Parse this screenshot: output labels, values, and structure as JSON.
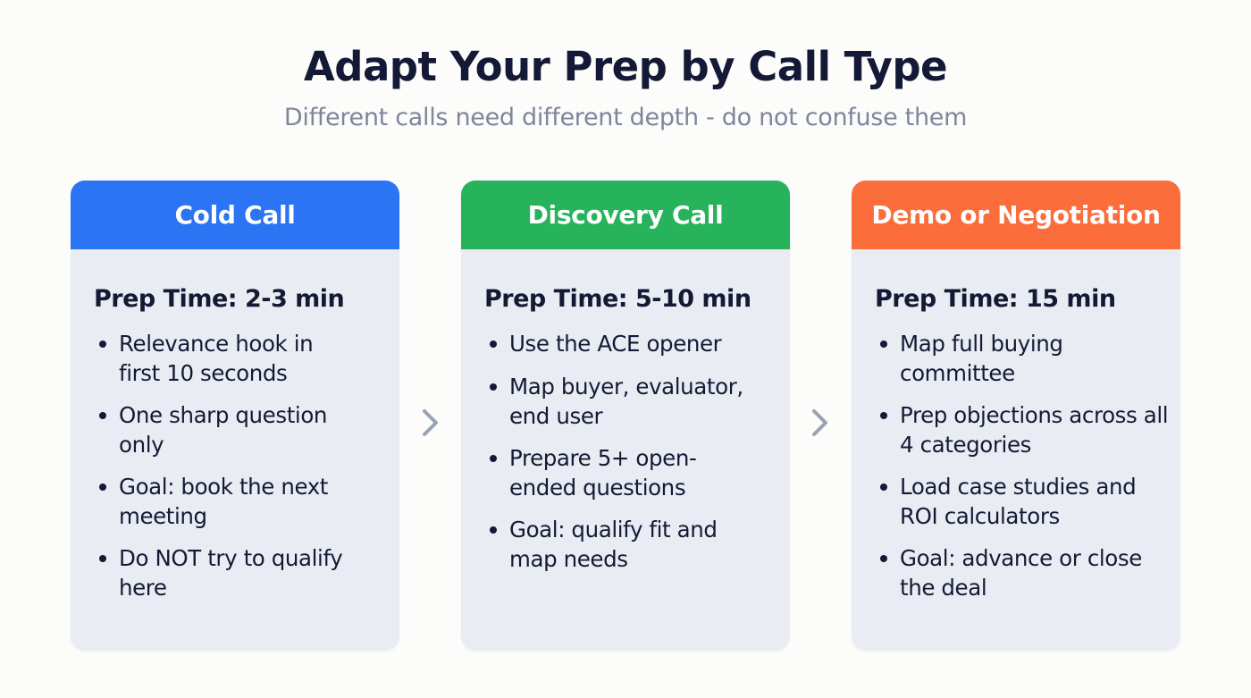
{
  "header": {
    "title": "Adapt Your Prep by Call Type",
    "subtitle": "Different calls need different depth - do not confuse them"
  },
  "colors": {
    "cold_call": "#2b74f3",
    "discovery_call": "#27b35c",
    "demo_negotiation": "#fb6d3b",
    "card_body": "#e9edf3",
    "text_dark": "#141a35",
    "subtitle_gray": "#7d869b",
    "arrow_gray": "#9aa3b5"
  },
  "cards": [
    {
      "title": "Cold Call",
      "prep_time": "Prep Time: 2-3 min",
      "bullets": [
        "Relevance hook in first 10 seconds",
        "One sharp question only",
        "Goal: book the next meeting",
        "Do NOT try to qualify here"
      ]
    },
    {
      "title": "Discovery Call",
      "prep_time": "Prep Time: 5-10 min",
      "bullets": [
        "Use the ACE opener",
        "Map buyer, evaluator, end user",
        "Prepare 5+ open-ended questions",
        "Goal: qualify fit and map needs"
      ]
    },
    {
      "title": "Demo or Negotiation",
      "prep_time": "Prep Time: 15 min",
      "bullets": [
        "Map full buying committee",
        "Prep objections across all 4 categories",
        "Load case studies and ROI calculators",
        "Goal: advance or close the deal"
      ]
    }
  ],
  "connectors": [
    {
      "icon": "chevron-right-icon"
    },
    {
      "icon": "chevron-right-icon"
    }
  ]
}
